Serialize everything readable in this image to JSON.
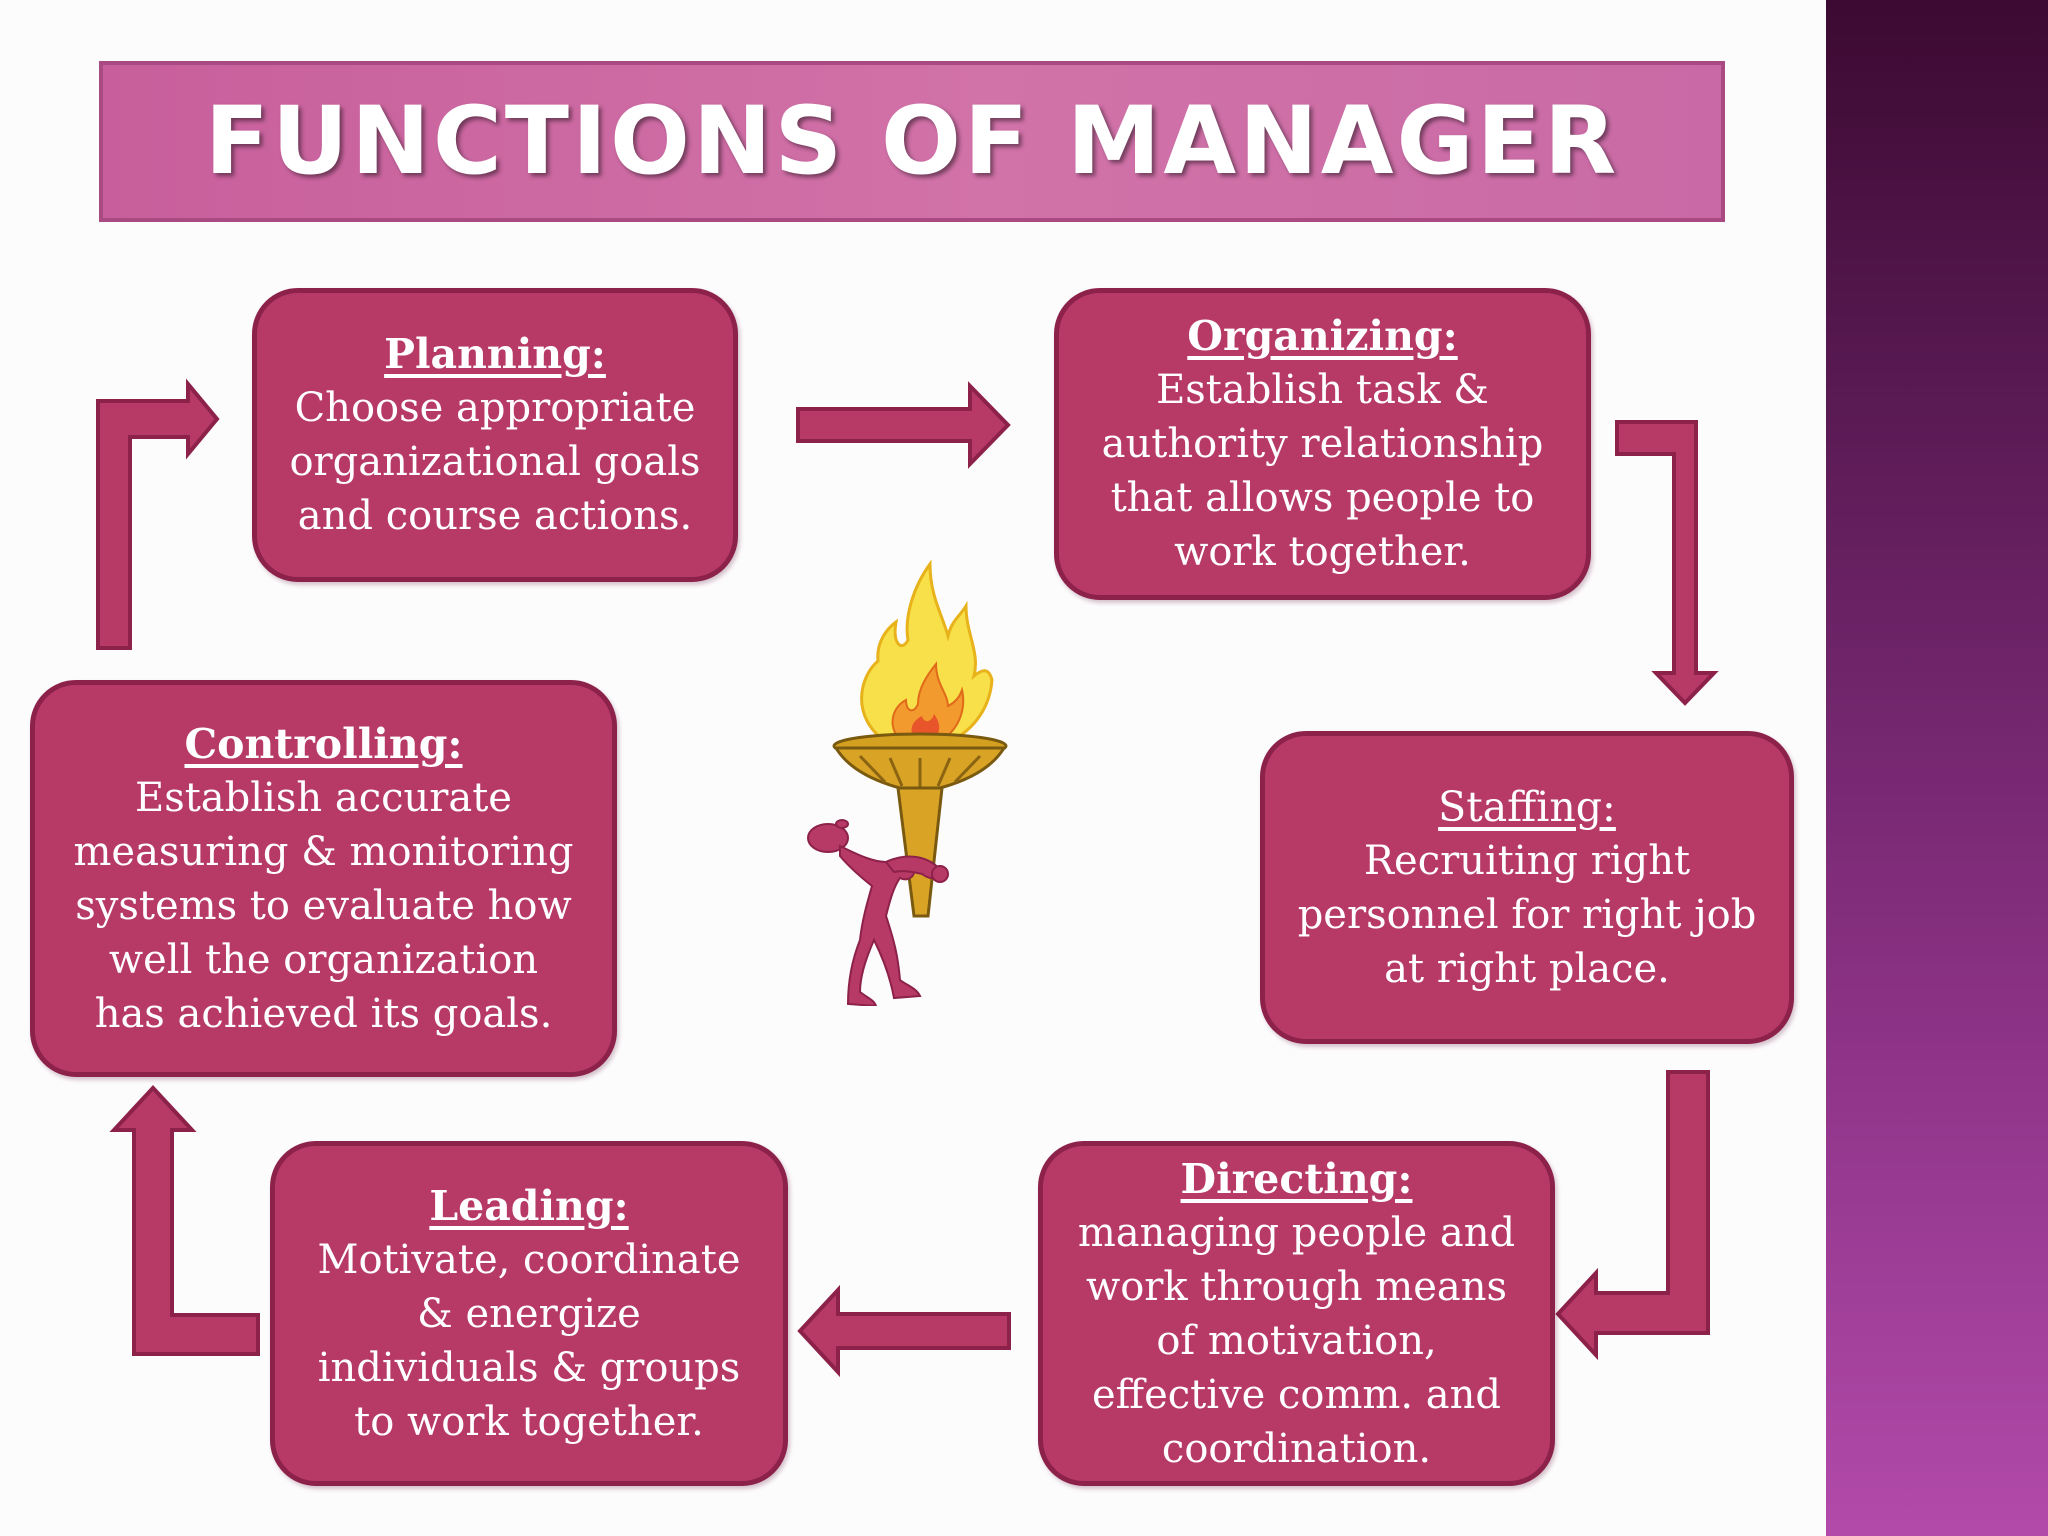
{
  "title": "FUNCTIONS OF MANAGER",
  "functions": [
    {
      "heading": "Planning:",
      "body": "Choose appropriate\norganizational goals\nand course actions."
    },
    {
      "heading": "Organizing:",
      "body": "Establish task &\nauthority  relationship\nthat allows people to\nwork together."
    },
    {
      "heading": "Staffing:",
      "body": "Recruiting right\npersonnel for right job\nat right place."
    },
    {
      "heading": "Directing:",
      "body": "managing people and\nwork through means\nof motivation,\neffective comm. and\ncoordination."
    },
    {
      "heading": "Leading:",
      "body": "Motivate, coordinate\n& energize\nindividuals & groups\nto work together."
    },
    {
      "heading": "Controlling:",
      "body": "Establish accurate\nmeasuring & monitoring\nsystems to evaluate how\nwell the organization\nhas achieved its goals."
    }
  ],
  "colors": {
    "box_fill": "#b73a66",
    "box_border": "#8c2149",
    "title_fill": "#d172a8",
    "side_band": "#8a3184"
  },
  "illustration": "torch-bearer-icon"
}
